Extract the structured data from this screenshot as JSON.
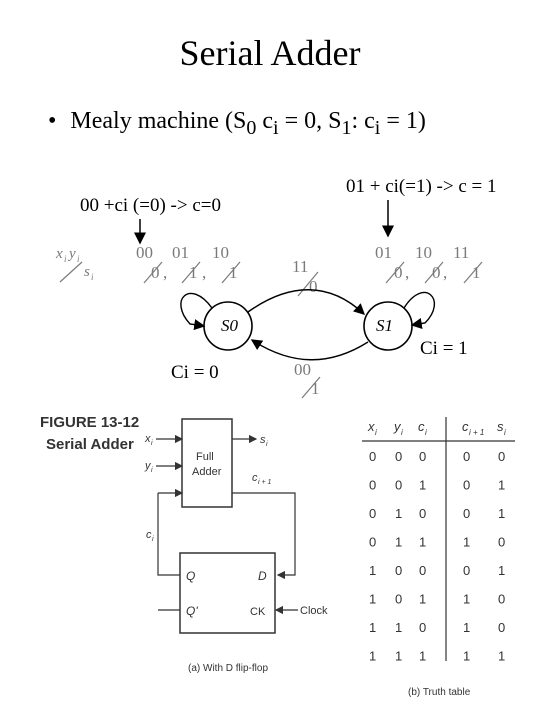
{
  "slide": {
    "title": "Serial Adder",
    "bullet_text": "Mealy machine (S",
    "bullet_sub0": "0",
    "bullet_mid1": " c",
    "bullet_sub_i1": "i",
    "bullet_mid2": " = 0, S",
    "bullet_sub1": "1",
    "bullet_mid3": ": c",
    "bullet_sub_i2": "i",
    "bullet_end": " = 1)",
    "note_left": "00 +ci (=0) -> c=0",
    "note_right": "01 + ci(=1) -> c = 1",
    "ci_label_s0": "Ci  = 0",
    "ci_label_s1": "Ci = 1"
  },
  "state_diagram": {
    "legend_top": "x",
    "legend_sub_i": "i",
    "legend_y": "y",
    "legend_bottom": "s",
    "states": [
      "S0",
      "S1"
    ],
    "s0_loop": [
      {
        "in": "00",
        "out": "0"
      },
      {
        "in": "01",
        "out": "1"
      },
      {
        "in": "10",
        "out": "1"
      }
    ],
    "s1_loop": [
      {
        "in": "01",
        "out": "0"
      },
      {
        "in": "10",
        "out": "0"
      },
      {
        "in": "11",
        "out": "1"
      }
    ],
    "s0_to_s1": {
      "in": "11",
      "out": "0"
    },
    "s1_to_s0": {
      "in": "00",
      "out": "1"
    },
    "comma": ","
  },
  "figure": {
    "caption_line1": "FIGURE 13-12",
    "caption_line2": "Serial Adder",
    "full_adder_line1": "Full",
    "full_adder_line2": "Adder",
    "in_x": "x",
    "in_y": "y",
    "out_s": "s",
    "carry_out": "c",
    "carry_out_sub": "i + 1",
    "carry_in": "c",
    "sub_i": "i",
    "ff_q": "Q",
    "ff_qn": "Q'",
    "ff_d": "D",
    "ff_ck": "CK",
    "clock_label": "Clock",
    "subcaption_a": "(a) With D flip-flop",
    "subcaption_b": "(b) Truth table"
  },
  "truth_table": {
    "headers": [
      "x",
      "y",
      "c",
      "c",
      "s"
    ],
    "header_subs": [
      "i",
      "i",
      "i",
      "i + 1",
      "i"
    ],
    "rows": [
      [
        "0",
        "0",
        "0",
        "0",
        "0"
      ],
      [
        "0",
        "0",
        "1",
        "0",
        "1"
      ],
      [
        "0",
        "1",
        "0",
        "0",
        "1"
      ],
      [
        "0",
        "1",
        "1",
        "1",
        "0"
      ],
      [
        "1",
        "0",
        "0",
        "0",
        "1"
      ],
      [
        "1",
        "0",
        "1",
        "1",
        "0"
      ],
      [
        "1",
        "1",
        "0",
        "1",
        "0"
      ],
      [
        "1",
        "1",
        "1",
        "1",
        "1"
      ]
    ]
  },
  "colors": {
    "text": "#000000",
    "gray_label": "#7a7a7a"
  }
}
